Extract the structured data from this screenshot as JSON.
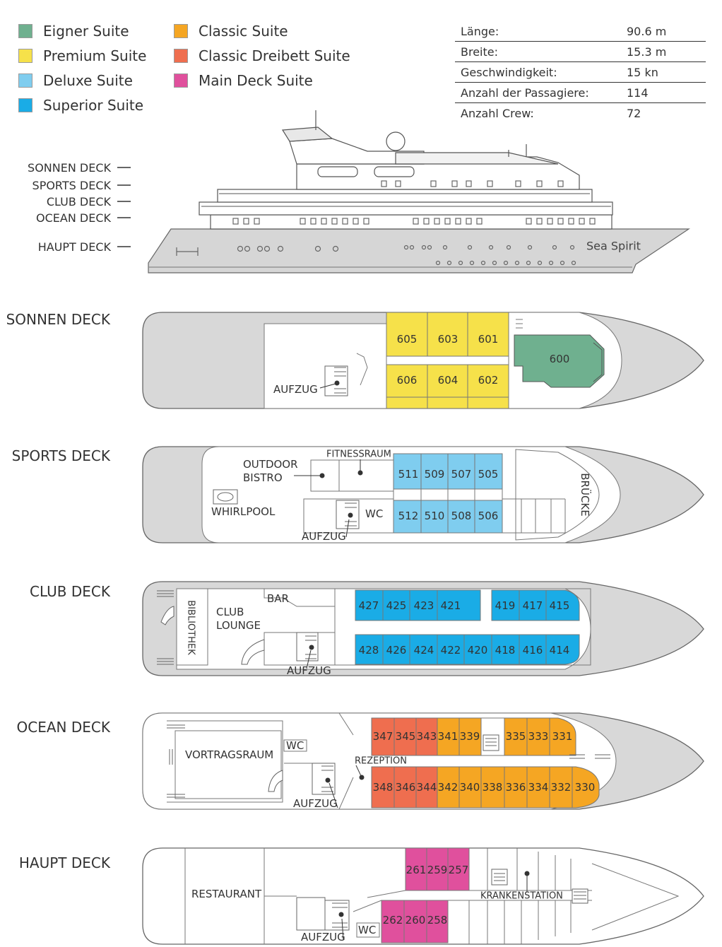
{
  "legend": [
    {
      "label": "Eigner Suite",
      "color": "#6fb08f"
    },
    {
      "label": "Premium Suite",
      "color": "#f6e14a"
    },
    {
      "label": "Deluxe Suite",
      "color": "#7fcdef"
    },
    {
      "label": "Superior Suite",
      "color": "#1aace6"
    },
    {
      "label": "Classic Suite",
      "color": "#f5a623"
    },
    {
      "label": "Classic Dreibett Suite",
      "color": "#ef6e4f"
    },
    {
      "label": "Main Deck Suite",
      "color": "#e0509d"
    }
  ],
  "specs": [
    {
      "key": "Länge:",
      "value": "90.6 m"
    },
    {
      "key": "Breite:",
      "value": "15.3 m"
    },
    {
      "key": "Geschwindigkeit:",
      "value": "15 kn"
    },
    {
      "key": "Anzahl der Passagiere:",
      "value": "114"
    },
    {
      "key": "Anzahl Crew:",
      "value": "72"
    }
  ],
  "profile": {
    "labels": [
      "SONNEN DECK",
      "SPORTS DECK",
      "CLUB DECK",
      "OCEAN DECK",
      "HAUPT DECK"
    ],
    "ship_name": "Sea Spirit"
  },
  "decks": {
    "sonnen": {
      "title": "SONNEN DECK",
      "aufzug": "AUFZUG",
      "cabins_top": [
        "605",
        "603",
        "601"
      ],
      "cabins_bottom": [
        "606",
        "604",
        "602"
      ],
      "owner": "600"
    },
    "sports": {
      "title": "SPORTS DECK",
      "fitness": "FITNESSRAUM",
      "bistro_1": "OUTDOOR",
      "bistro_2": "BISTRO",
      "whirlpool": "WHIRLPOOL",
      "wc": "WC",
      "aufzug": "AUFZUG",
      "bruecke": "BRÜCKE",
      "cabins_top": [
        "511",
        "509",
        "507",
        "505"
      ],
      "cabins_bottom": [
        "512",
        "510",
        "508",
        "506"
      ]
    },
    "club": {
      "title": "CLUB DECK",
      "bibliothek": "BIBLIOTHEK",
      "lounge_1": "CLUB",
      "lounge_2": "LOUNGE",
      "bar": "BAR",
      "aufzug": "AUFZUG",
      "cabins_top_a": [
        "427",
        "425",
        "423",
        "421"
      ],
      "cabins_top_b": [
        "419",
        "417",
        "415"
      ],
      "cabins_bottom": [
        "428",
        "426",
        "424",
        "422",
        "420",
        "418",
        "416",
        "414"
      ]
    },
    "ocean": {
      "title": "OCEAN DECK",
      "vortrag": "VORTRAGSRAUM",
      "wc": "WC",
      "rezeption": "REZEPTION",
      "aufzug": "AUFZUG",
      "cabins_top_red": [
        "347",
        "345",
        "343"
      ],
      "cabins_top_orange_a": [
        "341",
        "339"
      ],
      "cabins_top_orange_b": [
        "335",
        "333",
        "331"
      ],
      "cabins_bottom_red": [
        "348",
        "346",
        "344"
      ],
      "cabins_bottom_orange": [
        "342",
        "340",
        "338",
        "336",
        "334",
        "332",
        "330"
      ]
    },
    "haupt": {
      "title": "HAUPT DECK",
      "restaurant": "RESTAURANT",
      "krankenstation": "KRANKENSTATION",
      "aufzug": "AUFZUG",
      "wc": "WC",
      "cabins_top": [
        "261",
        "259",
        "257"
      ],
      "cabins_bottom": [
        "262",
        "260",
        "258"
      ]
    }
  }
}
